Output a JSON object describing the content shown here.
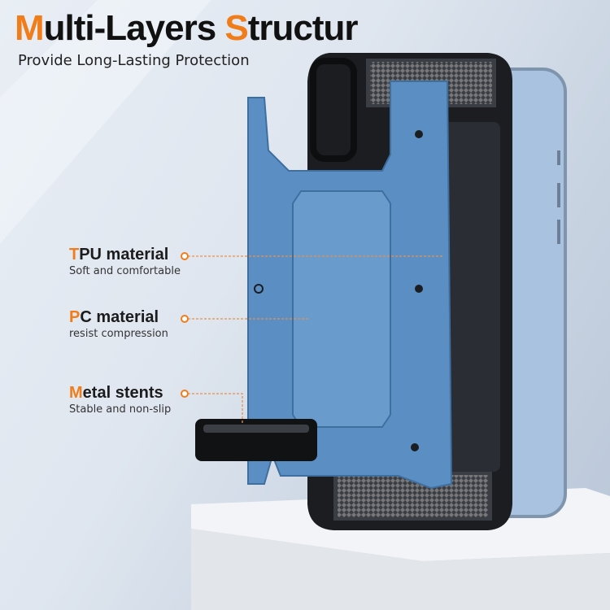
{
  "header": {
    "title_accent_1": "M",
    "title_part_1": "ulti-Layers ",
    "title_accent_2": "S",
    "title_part_2": "tructur",
    "subtitle": "Provide Long-Lasting Protection"
  },
  "features": [
    {
      "accent": "T",
      "title": "PU material",
      "subtitle": "Soft and comfortable"
    },
    {
      "accent": "P",
      "title": "C material",
      "subtitle": "resist compression"
    },
    {
      "accent": "M",
      "title": "etal stents",
      "subtitle": "Stable and non-slip"
    }
  ],
  "colors": {
    "accent": "#f07d1a",
    "plate": "#5b8fc4",
    "case": "#1b1d21",
    "phone": "#a9c2e0"
  }
}
